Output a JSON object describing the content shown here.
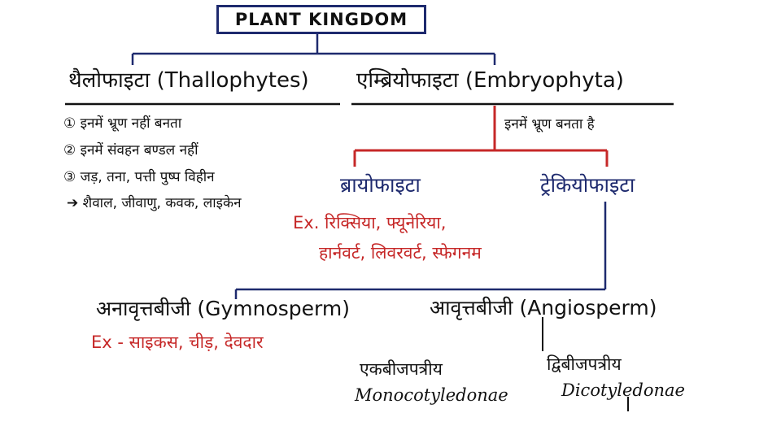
{
  "title": "PLANT KINGDOM",
  "thallophytes": {
    "heading": "थैलोफाइटा (Thallophytes)",
    "points": [
      "① इनमें भ्रूण नहीं बनता",
      "② इनमें संवहन बण्डल नहीं",
      "③ जड़, तना, पत्ती पुष्प विहीन"
    ],
    "examples": "➔ शैवाल, जीवाणु, कवक, लाइकेन"
  },
  "embryophyta": {
    "heading": "एम्ब्रियोफाइटा (Embryophyta)",
    "note": "इनमें भ्रूण बनता है"
  },
  "bryophyta": {
    "heading": "ब्रायोफाइटा",
    "examples_line1": "Ex. रिक्सिया, फ्यूनेरिया,",
    "examples_line2": "हार्नवर्ट, लिवरवर्ट, स्फेगनम"
  },
  "tracheophyta": {
    "heading": "ट्रेकियोफाइटा"
  },
  "gymnosperm": {
    "heading": "अनावृत्तबीजी (Gymnosperm)",
    "examples": "Ex - साइकस, चीड़, देवदार"
  },
  "angiosperm": {
    "heading": "आवृत्तबीजी (Angiosperm)"
  },
  "monocot": {
    "label_hi": "एकबीजपत्रीय",
    "label_en": "Monocotyledonae"
  },
  "dicot": {
    "label_hi": "द्विबीजपत्रीय",
    "label_en": "Dicotyledonae"
  },
  "colors": {
    "navy": "#1e2a6e",
    "red": "#c62828",
    "ink": "#111111"
  }
}
